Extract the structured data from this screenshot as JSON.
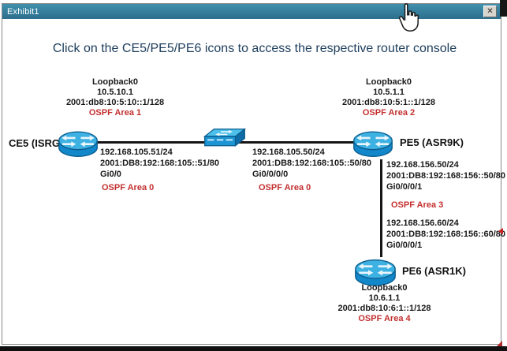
{
  "window": {
    "title": "Exhibit1",
    "close_glyph": "✕"
  },
  "instruction": "Click on the CE5/PE5/PE6 icons to access the respective router console",
  "devices": {
    "ce5": {
      "label": "CE5 (ISRG2)",
      "loopback_name": "Loopback0",
      "loopback_ipv4": "10.5.10.1",
      "loopback_ipv6": "2001:db8:10:5:10::1/128",
      "ospf_area": "OSPF Area 1"
    },
    "pe5": {
      "label": "PE5 (ASR9K)",
      "loopback_name": "Loopback0",
      "loopback_ipv4": "10.5.1.1",
      "loopback_ipv6": "2001:db8:10:5:1::1/128",
      "ospf_area": "OSPF Area 2"
    },
    "pe6": {
      "label": "PE6 (ASR1K)",
      "loopback_name": "Loopback0",
      "loopback_ipv4": "10.6.1.1",
      "loopback_ipv6": "2001:db8:10:6:1::1/128",
      "ospf_area": "OSPF Area 4"
    }
  },
  "links": {
    "ce5_to_switch": {
      "ipv4": "192.168.105.51/24",
      "ipv6": "2001:DB8:192:168:105::51/80",
      "interface": "Gi0/0",
      "ospf_area": "OSPF Area 0"
    },
    "switch_to_pe5": {
      "ipv4": "192.168.105.50/24",
      "ipv6": "2001:DB8:192:168:105::50/80",
      "interface": "Gi0/0/0/0",
      "ospf_area": "OSPF Area 0"
    },
    "pe5_side": {
      "ipv4": "192.168.156.50/24",
      "ipv6": "2001:DB8:192:168:156::50/80",
      "interface": "Gi0/0/0/1",
      "ospf_area": "OSPF Area 3"
    },
    "pe6_side": {
      "ipv4": "192.168.156.60/24",
      "ipv6": "2001:DB8:192:168:156::60/80",
      "interface": "Gi0/0/0/1"
    }
  },
  "colors": {
    "ospf_area_red": "#c42f2f",
    "titlebar_teal": "#2f7d9b",
    "instruction_navy": "#20405e",
    "device_blue": "#1d93d1"
  }
}
